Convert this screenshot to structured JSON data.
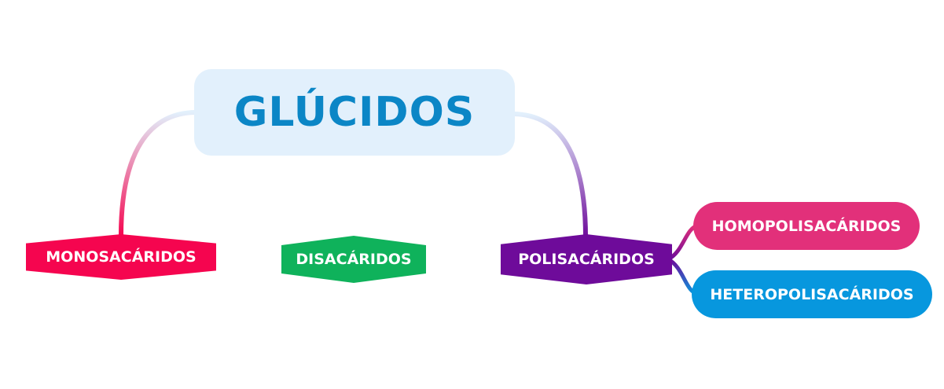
{
  "root": {
    "label": "GLÚCIDOS",
    "color": "#0b86c6",
    "background": "#e2f0fc"
  },
  "branches": [
    {
      "label": "MONOSACÁRIDOS",
      "color": "#f5054f"
    },
    {
      "label": "DISACÁRIDOS",
      "color": "#0fb25b"
    },
    {
      "label": "POLISACÁRIDOS",
      "color": "#6e0b9a",
      "children": [
        {
          "label": "HOMOPOLISACÁRIDOS",
          "color": "#e2307a"
        },
        {
          "label": "HETEROPOLISACÁRIDOS",
          "color": "#0797de"
        }
      ]
    }
  ]
}
